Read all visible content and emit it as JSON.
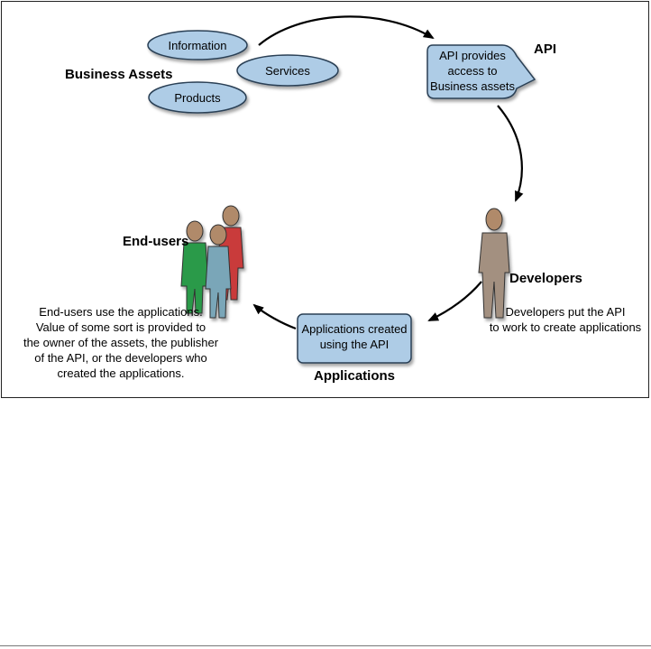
{
  "business_assets": {
    "title": "Business Assets",
    "items": [
      "Information",
      "Services",
      "Products"
    ]
  },
  "api": {
    "title": "API",
    "box_lines": [
      "API provides",
      "access to",
      "Business assets"
    ]
  },
  "developers": {
    "title": "Developers",
    "caption_lines": [
      "Developers put the API",
      "to work to create applications"
    ]
  },
  "applications": {
    "title": "Applications",
    "box_lines": [
      "Applications created",
      "using the API"
    ]
  },
  "end_users": {
    "title": "End-users",
    "caption_lines": [
      "End-users use the applications.",
      "Value of some sort is provided to",
      "the owner of the assets, the publisher",
      "of the API, or the developers who",
      "created the applications."
    ]
  },
  "colors": {
    "bubble_fill": "#aecce6",
    "bubble_stroke": "#2a3f55",
    "developer_figure": "#a39080",
    "enduser_green": "#2a9a4a",
    "enduser_teal": "#7aa6b8",
    "enduser_red": "#c93a3a",
    "skin": "#b08a6a"
  },
  "icons": [
    "arrow-icon",
    "developer-figure-icon",
    "end-users-group-icon"
  ]
}
